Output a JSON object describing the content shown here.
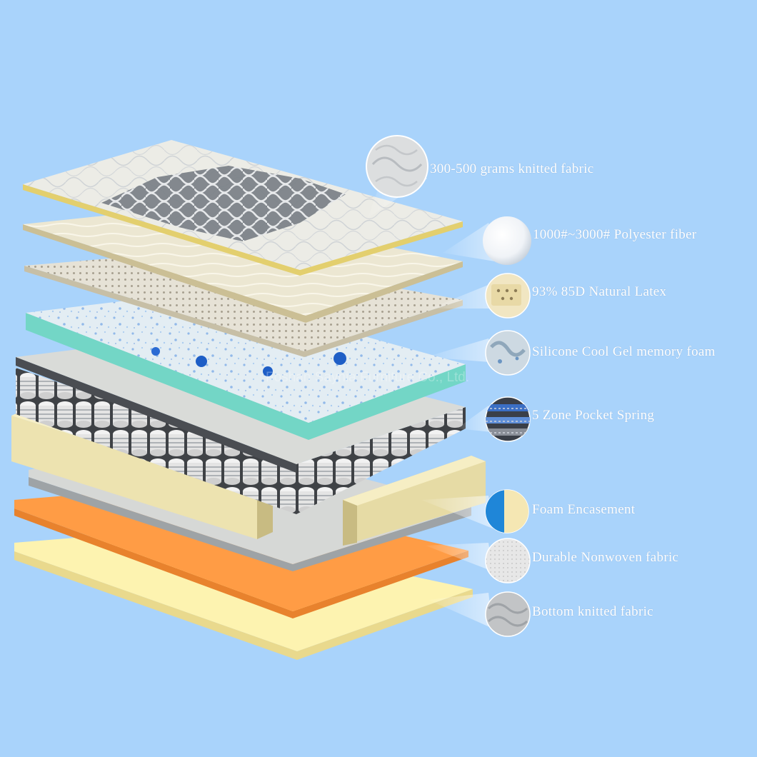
{
  "watermark": "Foshan Saynia Furniture Co., Ltd.",
  "colors": {
    "background": "#a9d3fb",
    "label_text": "#ffffff",
    "knitted_fabric": "#ecece6",
    "fiber_layer": "#ece7d2",
    "latex": "#e6e2d6",
    "gel_foam": "#e3edf3",
    "gel_foam_edge": "#73d6c6",
    "spring_base": "#d9dbd8",
    "foam_encasement": "#ede3b0",
    "nonwoven": "#ff9c45",
    "bottom_fabric": "#fdf3b0"
  },
  "layers": [
    {
      "label": "300-500 grams knitted fabric",
      "icon": "knitted-fabric-swatch-icon"
    },
    {
      "label": "1000#~3000# Polyester fiber",
      "icon": "polyester-fiber-ball-icon"
    },
    {
      "label": "93% 85D Natural Latex",
      "icon": "latex-block-icon"
    },
    {
      "label": "Silicone Cool Gel memory foam",
      "icon": "gel-foam-swatch-icon"
    },
    {
      "label": "5 Zone Pocket Spring",
      "icon": "pocket-spring-icon"
    },
    {
      "label": "Foam Encasement",
      "icon": "foam-encasement-icon"
    },
    {
      "label": "Durable Nonwoven fabric",
      "icon": "nonwoven-fabric-icon"
    },
    {
      "label": "Bottom knitted fabric",
      "icon": "bottom-knitted-fabric-icon"
    }
  ]
}
